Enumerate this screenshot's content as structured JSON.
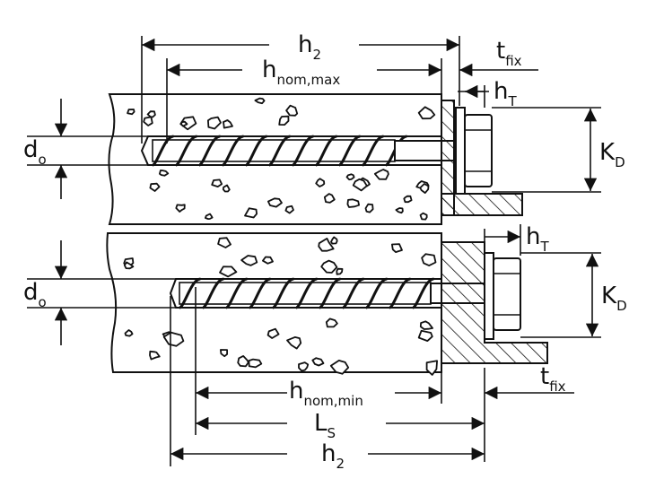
{
  "labels": {
    "h2_top": {
      "main": "h",
      "sub": "2"
    },
    "tfix_top": {
      "main": "t",
      "sub": "fix"
    },
    "hnom_max": {
      "main": "h",
      "sub": "nom,max"
    },
    "hT_top": {
      "main": "h",
      "sub": "T"
    },
    "do_top": {
      "main": "d",
      "sub": "o"
    },
    "KD_top": {
      "main": "K",
      "sub": "D"
    },
    "hT_bottom": {
      "main": "h",
      "sub": "T"
    },
    "do_bottom": {
      "main": "d",
      "sub": "o"
    },
    "KD_bottom": {
      "main": "K",
      "sub": "D"
    },
    "tfix_bottom": {
      "main": "t",
      "sub": "fix"
    },
    "hnom_min": {
      "main": "h",
      "sub": "nom,min"
    },
    "Ls": {
      "main": "L",
      "sub": "S"
    },
    "h2_bottom": {
      "main": "h",
      "sub": "2"
    }
  }
}
